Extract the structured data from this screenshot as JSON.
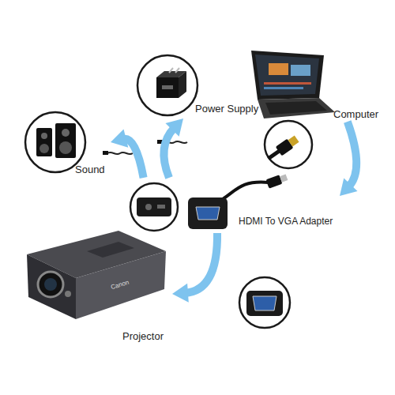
{
  "diagram": {
    "nodes": [
      {
        "text": [
          "Power Supply"
        ]
      },
      {
        "text": [
          "Computer"
        ]
      },
      {
        "text": [
          "Sound"
        ]
      },
      {
        "text": [
          "HDMI To VGA Adapter"
        ]
      },
      {
        "text": [
          "Projector"
        ]
      }
    ],
    "edges": [
      {
        "from": 3,
        "to": 0,
        "arrow": "to"
      },
      {
        "from": 1,
        "to": 3,
        "arrow": "to"
      },
      {
        "from": 3,
        "to": 2,
        "arrow": "to"
      },
      {
        "from": 3,
        "to": 4,
        "arrow": "to"
      }
    ],
    "labels": [
      "Canon"
    ]
  }
}
